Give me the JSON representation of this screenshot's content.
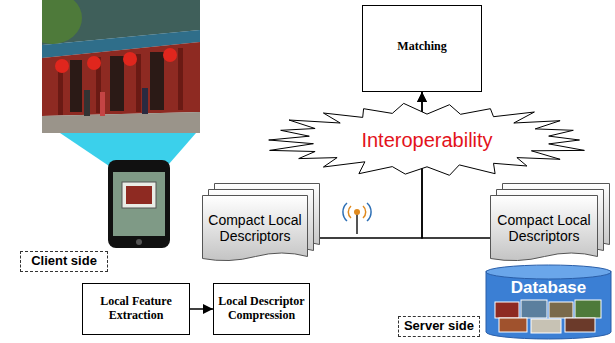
{
  "diagram": {
    "nodes": [
      {
        "text": [
          "Matching"
        ]
      },
      {
        "text": [
          "Interoperability"
        ]
      },
      {
        "text": [
          "Compact Local Descriptors"
        ]
      },
      {
        "text": [
          "Compact Local Descriptors"
        ]
      },
      {
        "text": [
          "Client side"
        ]
      },
      {
        "text": [
          "Local Feature Extraction"
        ]
      },
      {
        "text": [
          "Local Descriptor Compression"
        ]
      },
      {
        "text": [
          "Database"
        ]
      },
      {
        "text": [
          "Server side"
        ]
      }
    ],
    "edges": [
      {
        "from": 5,
        "to": 6,
        "arrow": "to"
      },
      {
        "from": 2,
        "to": 0,
        "arrow": "to"
      },
      {
        "from": 3,
        "to": 0,
        "arrow": "to"
      }
    ]
  }
}
